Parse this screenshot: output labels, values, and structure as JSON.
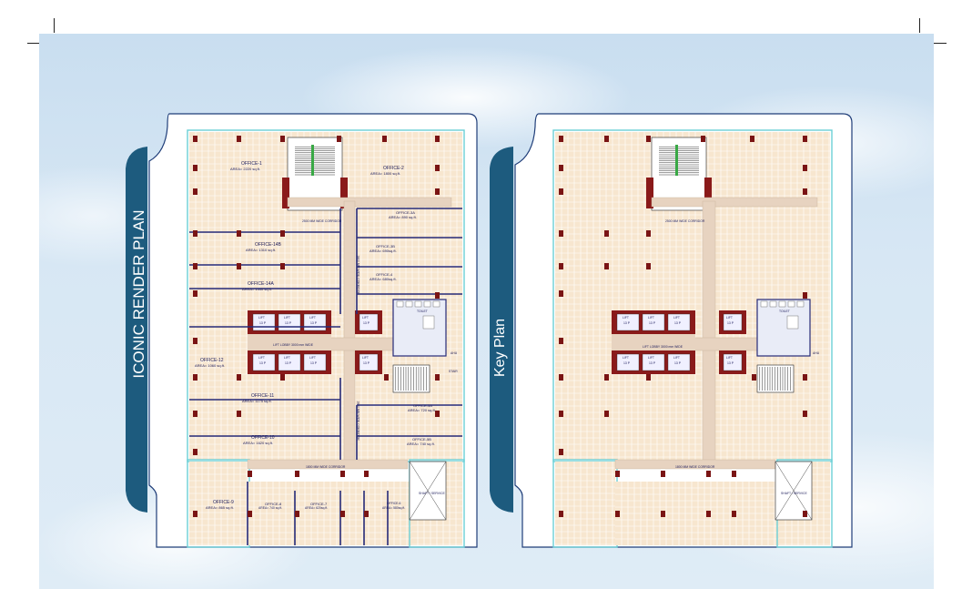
{
  "page": {
    "colors": {
      "tab": "#1d5b7e",
      "floor": "#f7e6cf",
      "grid": "#ffffff",
      "wall": "#262a78",
      "column": "#7a1414",
      "core": "#8a1a1a",
      "corridor": "#e7d3c0",
      "border": "#6ccfd6",
      "panel_border": "#1f3d78"
    }
  },
  "left_panel": {
    "tab_title": "ICONIC RENDER PLAN",
    "offices": [
      {
        "name": "OFFICE-1",
        "area": "AREA= 2220 sq.ft."
      },
      {
        "name": "OFFICE-2",
        "area": "AREA= 1800 sq.ft."
      },
      {
        "name": "OFFICE-3A",
        "area": "AREA= 890 sq.ft."
      },
      {
        "name": "OFFICE-3B",
        "area": "AREA= 690sq.ft."
      },
      {
        "name": "OFFICE-4",
        "area": "AREA= 680sq.ft."
      },
      {
        "name": "OFFICE-14B",
        "area": "AREA= 1310 sq.ft."
      },
      {
        "name": "OFFICE-14A",
        "area": "AREA= 1440 sq.ft."
      },
      {
        "name": "OFFICE-12",
        "area": "AREA= 1060 sq.ft."
      },
      {
        "name": "OFFICE-11",
        "area": "AREA= 1175 sq.ft."
      },
      {
        "name": "OFFICE-10",
        "area": "AREA= 1620 sq.ft."
      },
      {
        "name": "OFFICE-5A",
        "area": "AREA= 720 sq.ft."
      },
      {
        "name": "OFFICE-5B",
        "area": "AREA= 740 sq.ft."
      },
      {
        "name": "OFFICE-9",
        "area": "AREA= 865 sq.ft."
      },
      {
        "name": "OFFICE-8",
        "area": "AREA= 740 sq.ft."
      },
      {
        "name": "OFFICE-7",
        "area": "AREA= 620sq.ft."
      },
      {
        "name": "OFFICE-6",
        "area": "AREA= 580sq.ft."
      }
    ],
    "corridor_top": "2500 MM WIDE CORRIDOR",
    "corridor_bottom": "1800 MM WIDE CORRIDOR",
    "corridor_vertical_upper": "1800 MM WIDE CORRIDOR",
    "corridor_vertical_lower": "1800 MM WIDE CORRIDOR",
    "lift_lobby": "LIFT LOBBY 3000 mm WIDE",
    "lift_label": "LIFT",
    "lift_capacity": "13 P",
    "shaft": "SHAFT / SERVICE",
    "ahu": "AHU",
    "toilet": "TOILET",
    "stair": "STAIR"
  },
  "right_panel": {
    "tab_title": "Key Plan",
    "corridor_top": "2500 MM WIDE CORRIDOR",
    "corridor_bottom": "1800 MM WIDE CORRIDOR",
    "lift_lobby": "LIFT LOBBY 3000 mm WIDE",
    "lift_label": "LIFT",
    "lift_capacity": "13 P",
    "shaft": "SHAFT / SERVICE",
    "ahu": "AHU",
    "toilet": "TOILET"
  }
}
